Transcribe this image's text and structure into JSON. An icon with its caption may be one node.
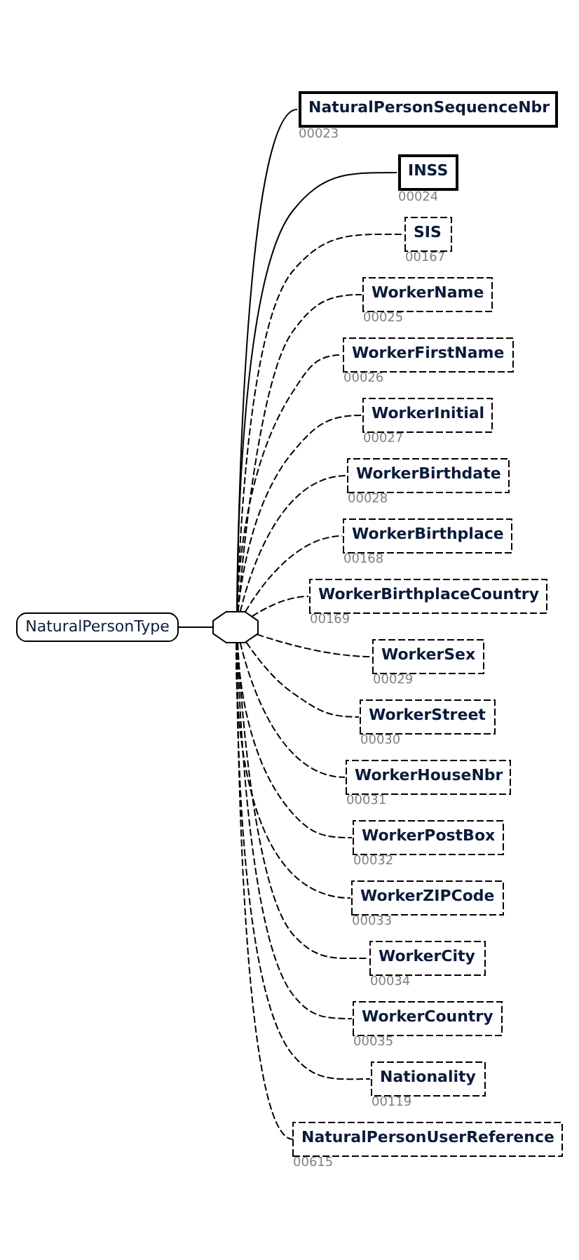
{
  "diagram": {
    "nodes": [
      {
        "text": [
          "NaturalPersonType"
        ]
      },
      {
        "text": [],
        "shape": "octagon"
      },
      {
        "text": [
          "NaturalPersonSequenceNbr"
        ],
        "beside": [
          "00023"
        ]
      },
      {
        "text": [
          "INSS"
        ],
        "beside": [
          "00024"
        ]
      },
      {
        "text": [
          "SIS"
        ],
        "beside": [
          "00167"
        ]
      },
      {
        "text": [
          "WorkerName"
        ],
        "beside": [
          "00025"
        ]
      },
      {
        "text": [
          "WorkerFirstName"
        ],
        "beside": [
          "00026"
        ]
      },
      {
        "text": [
          "WorkerInitial"
        ],
        "beside": [
          "00027"
        ]
      },
      {
        "text": [
          "WorkerBirthdate"
        ],
        "beside": [
          "00028"
        ]
      },
      {
        "text": [
          "WorkerBirthplace"
        ],
        "beside": [
          "00168"
        ]
      },
      {
        "text": [
          "WorkerBirthplaceCountry"
        ],
        "beside": [
          "00169"
        ]
      },
      {
        "text": [
          "WorkerSex"
        ],
        "beside": [
          "00029"
        ]
      },
      {
        "text": [
          "WorkerStreet"
        ],
        "beside": [
          "00030"
        ]
      },
      {
        "text": [
          "WorkerHouseNbr"
        ],
        "beside": [
          "00031"
        ]
      },
      {
        "text": [
          "WorkerPostBox"
        ],
        "beside": [
          "00032"
        ]
      },
      {
        "text": [
          "WorkerZIPCode"
        ],
        "beside": [
          "00033"
        ]
      },
      {
        "text": [
          "WorkerCity"
        ],
        "beside": [
          "00034"
        ]
      },
      {
        "text": [
          "WorkerCountry"
        ],
        "beside": [
          "00035"
        ]
      },
      {
        "text": [
          "Nationality"
        ],
        "beside": [
          "00119"
        ]
      },
      {
        "text": [
          "NaturalPersonUserReference"
        ],
        "beside": [
          "00615"
        ]
      }
    ],
    "edges": [
      {
        "from": 0,
        "to": 1,
        "arrow": "none"
      },
      {
        "from": 1,
        "to": 2,
        "arrow": "none"
      },
      {
        "from": 1,
        "to": 3,
        "arrow": "none"
      },
      {
        "from": 1,
        "to": 4,
        "arrow": "none",
        "style": "dashed"
      },
      {
        "from": 1,
        "to": 5,
        "arrow": "none",
        "style": "dashed"
      },
      {
        "from": 1,
        "to": 6,
        "arrow": "none",
        "style": "dashed"
      },
      {
        "from": 1,
        "to": 7,
        "arrow": "none",
        "style": "dashed"
      },
      {
        "from": 1,
        "to": 8,
        "arrow": "none",
        "style": "dashed"
      },
      {
        "from": 1,
        "to": 9,
        "arrow": "none",
        "style": "dashed"
      },
      {
        "from": 1,
        "to": 10,
        "arrow": "none",
        "style": "dashed"
      },
      {
        "from": 1,
        "to": 11,
        "arrow": "none",
        "style": "dashed"
      },
      {
        "from": 1,
        "to": 12,
        "arrow": "none",
        "style": "dashed"
      },
      {
        "from": 1,
        "to": 13,
        "arrow": "none",
        "style": "dashed"
      },
      {
        "from": 1,
        "to": 14,
        "arrow": "none",
        "style": "dashed"
      },
      {
        "from": 1,
        "to": 15,
        "arrow": "none",
        "style": "dashed"
      },
      {
        "from": 1,
        "to": 16,
        "arrow": "none",
        "style": "dashed"
      },
      {
        "from": 1,
        "to": 17,
        "arrow": "none",
        "style": "dashed"
      },
      {
        "from": 1,
        "to": 18,
        "arrow": "none",
        "style": "dashed"
      },
      {
        "from": 1,
        "to": 19,
        "arrow": "none",
        "style": "dashed"
      }
    ]
  }
}
